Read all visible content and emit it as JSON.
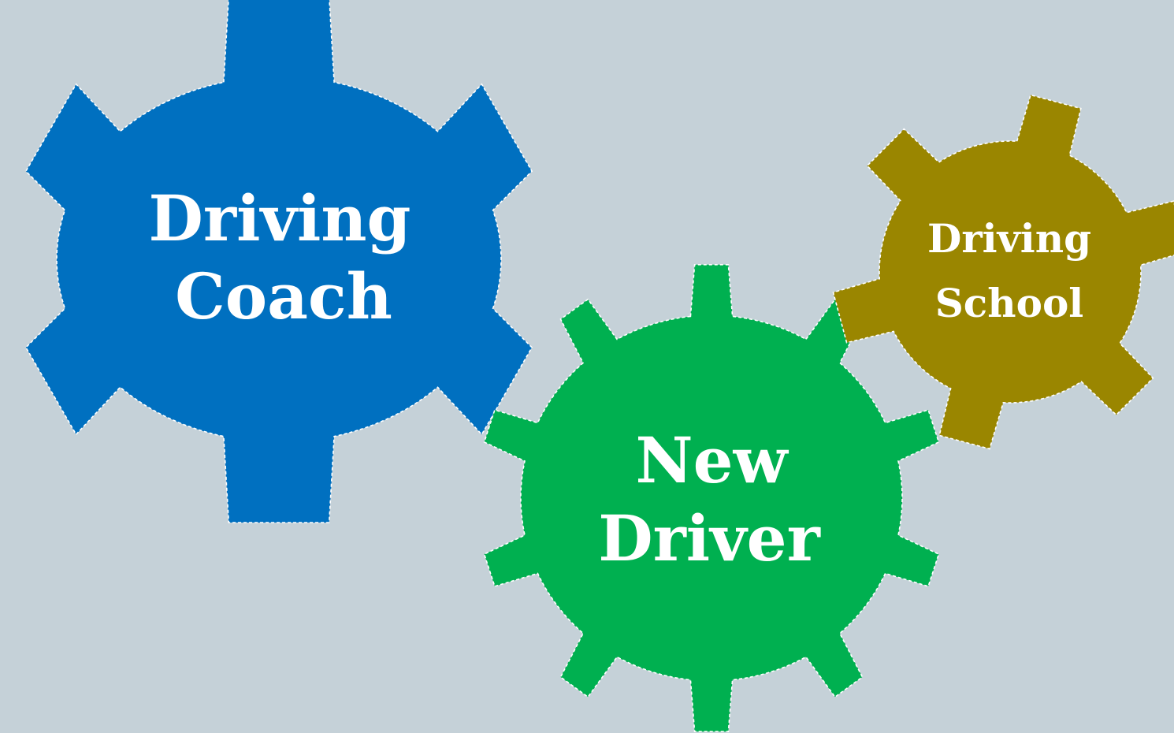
{
  "background_color": "#c5d1d8",
  "gears": [
    {
      "id": "driving-coach",
      "lines": [
        "Driving",
        "Coach"
      ],
      "color": "#0070c0",
      "teeth": 6
    },
    {
      "id": "new-driver",
      "lines": [
        "New",
        "Driver"
      ],
      "color": "#00b050",
      "teeth": 10
    },
    {
      "id": "driving-school",
      "lines": [
        "Driving",
        "School"
      ],
      "color": "#9a8600",
      "teeth": 6
    }
  ]
}
